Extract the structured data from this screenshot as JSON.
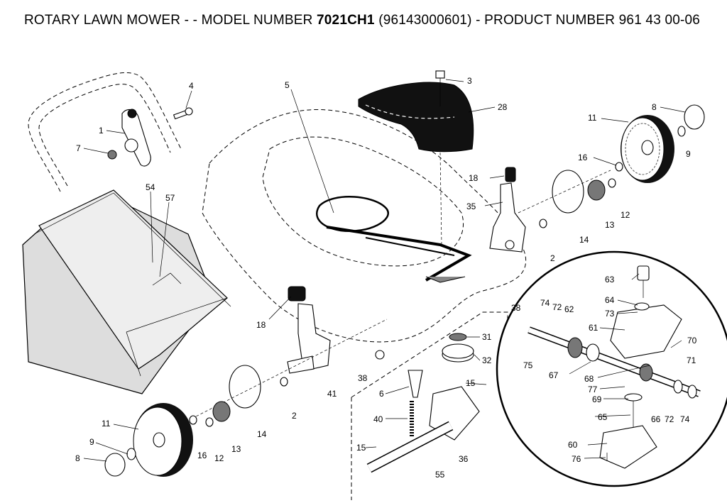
{
  "title": {
    "prefix": "ROTARY LAWN MOWER - - MODEL NUMBER",
    "model": "7021CH1",
    "suffix": "(96143000601) - PRODUCT NUMBER 961 43 00-06"
  },
  "callouts": {
    "c1": "1",
    "c2a": "2",
    "c2b": "2",
    "c3": "3",
    "c4": "4",
    "c5": "5",
    "c6": "6",
    "c7": "7",
    "c8a": "8",
    "c8b": "8",
    "c9a": "9",
    "c9b": "9",
    "c11a": "11",
    "c11b": "11",
    "c12a": "12",
    "c12b": "12",
    "c13a": "13",
    "c13b": "13",
    "c14a": "14",
    "c14b": "14",
    "c15a": "15",
    "c15b": "15",
    "c16a": "16",
    "c16b": "16",
    "c18a": "18",
    "c18b": "18",
    "c28": "28",
    "c31": "31",
    "c32": "32",
    "c35": "35",
    "c36": "36",
    "c38a": "38",
    "c38b": "38",
    "c40": "40",
    "c41": "41",
    "c54": "54",
    "c55": "55",
    "c57": "57",
    "c60": "60",
    "c61": "61",
    "c62": "62",
    "c63": "63",
    "c64": "64",
    "c65": "65",
    "c66": "66",
    "c67": "67",
    "c68": "68",
    "c69": "69",
    "c70": "70",
    "c71": "71",
    "c72a": "72",
    "c72b": "72",
    "c73": "73",
    "c74a": "74",
    "c74b": "74",
    "c75": "75",
    "c76": "76",
    "c77": "77"
  }
}
